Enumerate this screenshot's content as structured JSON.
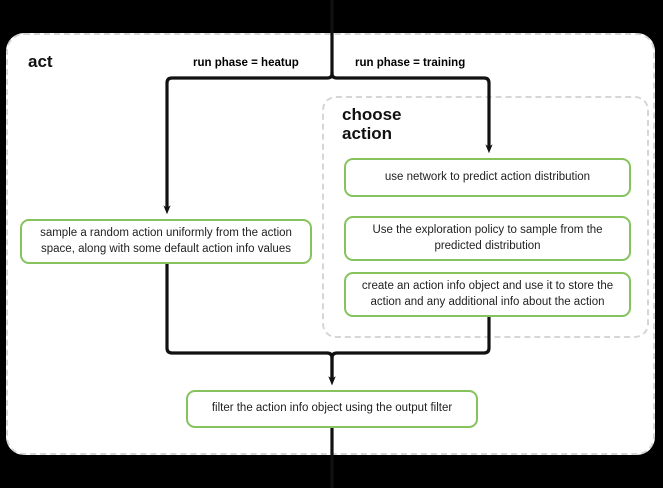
{
  "diagram": {
    "type": "flowchart",
    "title": "act",
    "background_color": "#000000",
    "card_color": "#ffffff",
    "node_border_color": "#86c35e",
    "group_border_color": "#d6d6d6",
    "connector_color": "#111111"
  },
  "groups": [
    {
      "id": "act",
      "label": "act",
      "style": "dashed"
    },
    {
      "id": "choose",
      "label": "choose\naction",
      "style": "dashed"
    }
  ],
  "branch_labels": {
    "left": "run phase = heatup",
    "right": "run phase = training"
  },
  "nodes": [
    {
      "id": "sample-random-action",
      "text": "sample a random action uniformly from the action space, along with some default action info values",
      "group": "act"
    },
    {
      "id": "use-network-predict",
      "text": "use network to predict action distribution",
      "group": "choose"
    },
    {
      "id": "exploration-policy-sample",
      "text": "Use the exploration policy to sample from the predicted distribution",
      "group": "choose"
    },
    {
      "id": "create-action-info-object",
      "text": "create an action info object and use it to store the action and any additional info about the action",
      "group": "choose"
    },
    {
      "id": "filter-action-info",
      "text": "filter the action info object using the output filter",
      "group": "act"
    }
  ],
  "edges": [
    {
      "from": "entry",
      "to": "sample-random-action",
      "label": "run phase = heatup"
    },
    {
      "from": "entry",
      "to": "use-network-predict",
      "label": "run phase = training"
    },
    {
      "from": "sample-random-action",
      "to": "filter-action-info",
      "label": ""
    },
    {
      "from": "create-action-info-object",
      "to": "filter-action-info",
      "label": ""
    },
    {
      "from": "filter-action-info",
      "to": "exit",
      "label": ""
    }
  ]
}
